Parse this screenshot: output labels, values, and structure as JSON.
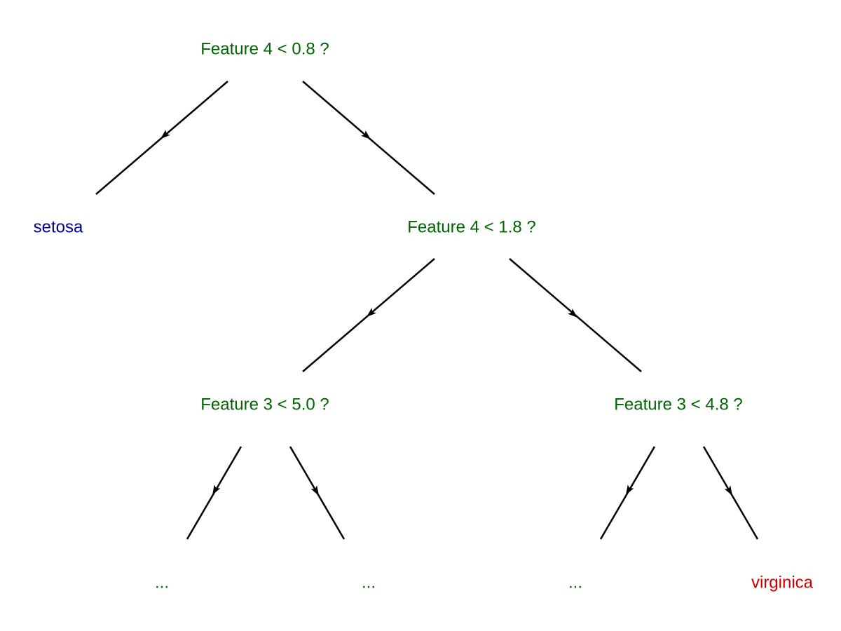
{
  "colors": {
    "decision": "#006400",
    "setosa": "#00008b",
    "virginica": "#cc0000",
    "edge": "#000000"
  },
  "nodes": {
    "root": {
      "label": "Feature 4 < 0.8 ?",
      "color": "decision"
    },
    "setosa": {
      "label": "setosa",
      "color": "setosa"
    },
    "n2": {
      "label": "Feature 4 < 1.8 ?",
      "color": "decision"
    },
    "n3": {
      "label": "Feature 3 < 5.0 ?",
      "color": "decision"
    },
    "n4": {
      "label": "Feature 3 < 4.8 ?",
      "color": "decision"
    },
    "e1": {
      "label": "...",
      "color": "decision"
    },
    "e2": {
      "label": "...",
      "color": "decision"
    },
    "e3": {
      "label": "...",
      "color": "decision"
    },
    "virginica": {
      "label": "virginica",
      "color": "virginica"
    }
  },
  "edges": [
    {
      "from": "root",
      "to": "setosa"
    },
    {
      "from": "root",
      "to": "n2"
    },
    {
      "from": "n2",
      "to": "n3"
    },
    {
      "from": "n2",
      "to": "n4"
    },
    {
      "from": "n3",
      "to": "e1"
    },
    {
      "from": "n3",
      "to": "e2"
    },
    {
      "from": "n4",
      "to": "e3"
    },
    {
      "from": "n4",
      "to": "virginica"
    }
  ]
}
